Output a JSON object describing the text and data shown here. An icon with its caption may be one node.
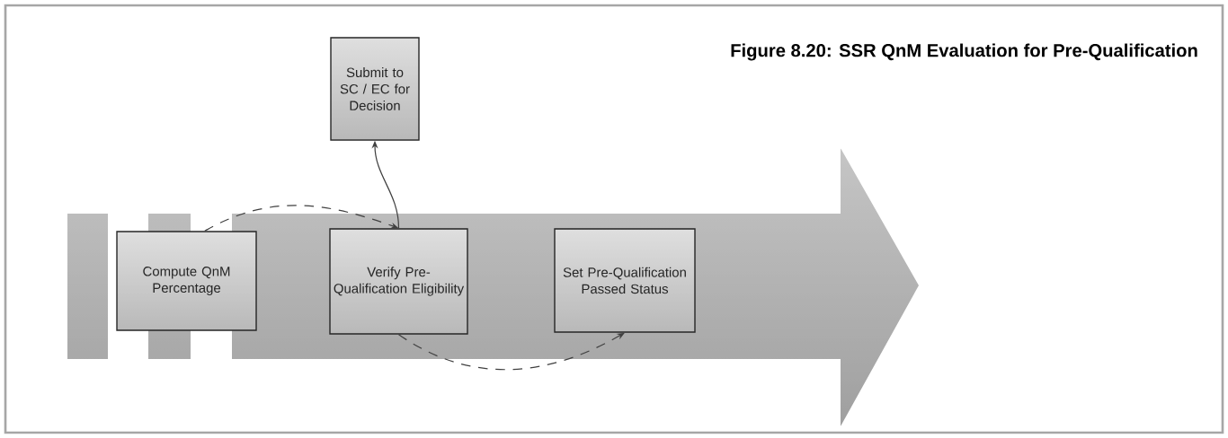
{
  "diagram": {
    "title": "Figure 8.20: SSR QnM Evaluation for Pre-Qualification",
    "nodes": [
      {
        "text": [
          "Submit to SC / EC for Decision"
        ]
      },
      {
        "text": [
          "Compute QnM Percentage"
        ]
      },
      {
        "text": [
          "Verify Pre-Qualification Eligibility"
        ]
      },
      {
        "text": [
          "Set Pre-Qualification Passed Status"
        ]
      }
    ],
    "edges": [
      {
        "from": 1,
        "to": 2,
        "arrow": "to",
        "style": "dashed"
      },
      {
        "from": 2,
        "to": 0,
        "arrow": "to"
      },
      {
        "from": 2,
        "to": 3,
        "arrow": "to",
        "style": "dashed"
      }
    ]
  }
}
